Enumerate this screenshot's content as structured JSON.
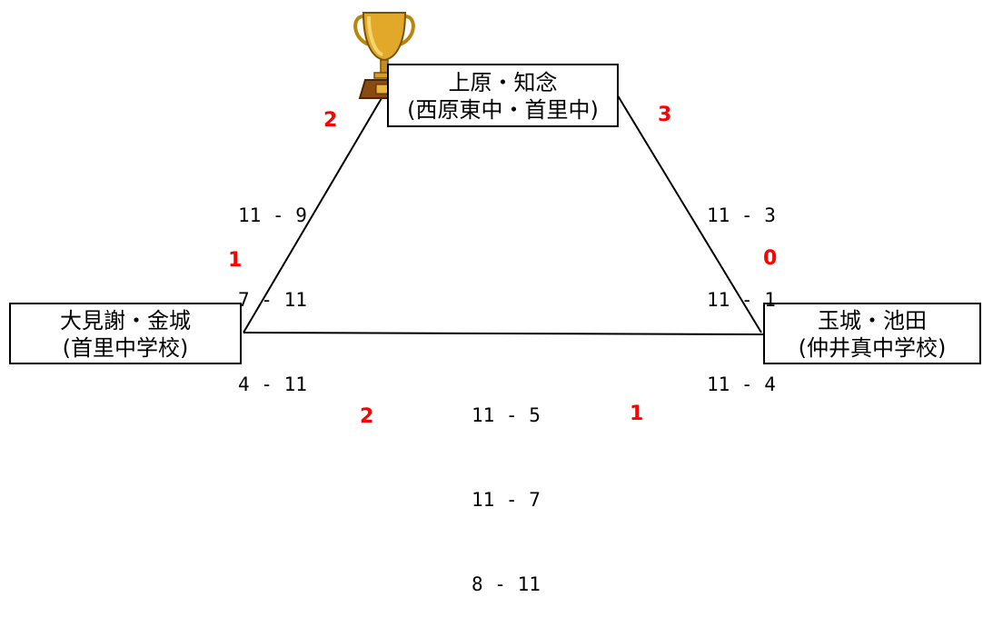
{
  "teams": {
    "top": {
      "line1": "上原・知念",
      "line2": "(西原東中・首里中)"
    },
    "left": {
      "line1": "大見謝・金城",
      "line2": "(首里中学校)"
    },
    "right": {
      "line1": "玉城・池田",
      "line2": "(仲井真中学校)"
    }
  },
  "matches": {
    "top_vs_left": {
      "scores": [
        "11 - 9",
        "7 - 11",
        "4 - 11"
      ],
      "games_top": "2",
      "games_left": "1"
    },
    "top_vs_right": {
      "scores": [
        "11 - 3",
        "11 - 1",
        "11 - 4"
      ],
      "games_top": "3",
      "games_right": "0"
    },
    "left_vs_right": {
      "scores": [
        "11 - 5",
        "11 - 7",
        "8 - 11"
      ],
      "games_left": "2",
      "games_right": "1"
    }
  },
  "icons": {
    "trophy": "trophy-icon"
  },
  "colors": {
    "tally": "#ff0000",
    "trophy_gold": "#d9a520",
    "trophy_base": "#8b4a12"
  }
}
